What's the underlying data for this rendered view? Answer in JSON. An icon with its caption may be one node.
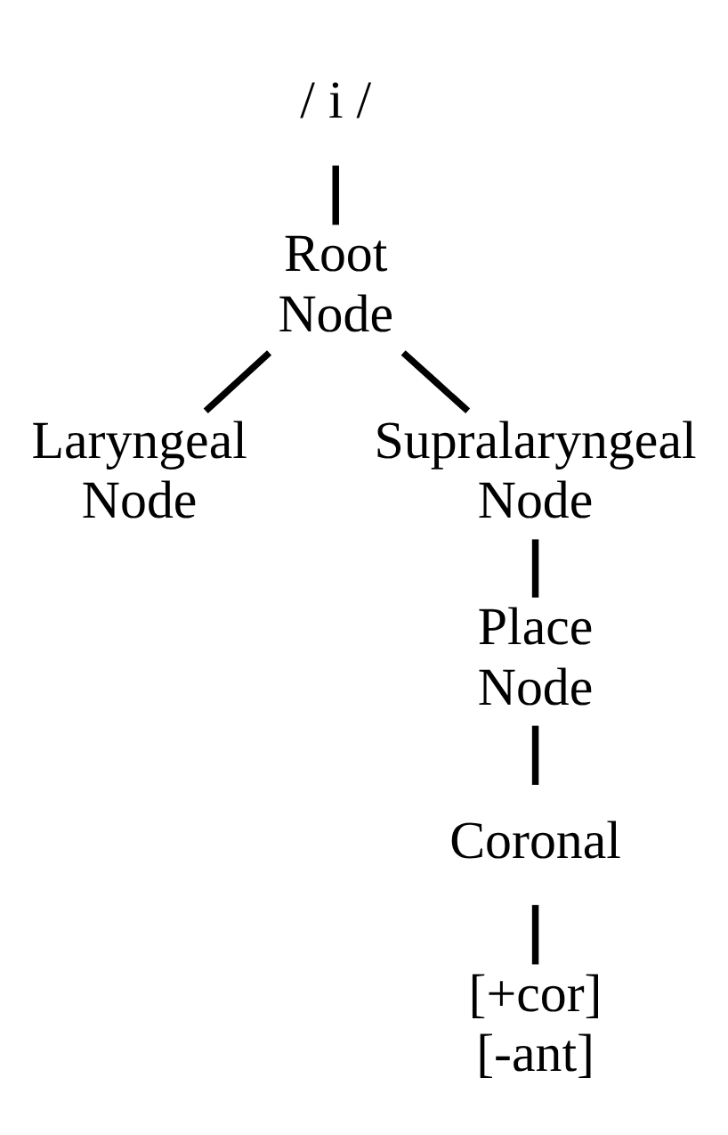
{
  "diagram": {
    "nodes": [
      {
        "text": [
          "/ i /"
        ]
      },
      {
        "text": [
          "Root Node"
        ]
      },
      {
        "text": [
          "Laryngeal Node"
        ]
      },
      {
        "text": [
          "Supralaryngeal Node"
        ]
      },
      {
        "text": [
          "Place Node"
        ]
      },
      {
        "text": [
          "Coronal"
        ]
      },
      {
        "text": [
          "[+cor] [-ant]"
        ]
      }
    ],
    "edges": [
      {
        "from": 0,
        "to": 1,
        "arrow": "none"
      },
      {
        "from": 1,
        "to": 2,
        "arrow": "none"
      },
      {
        "from": 1,
        "to": 3,
        "arrow": "none"
      },
      {
        "from": 3,
        "to": 4,
        "arrow": "none"
      },
      {
        "from": 4,
        "to": 5,
        "arrow": "none"
      },
      {
        "from": 5,
        "to": 6,
        "arrow": "none"
      }
    ]
  }
}
